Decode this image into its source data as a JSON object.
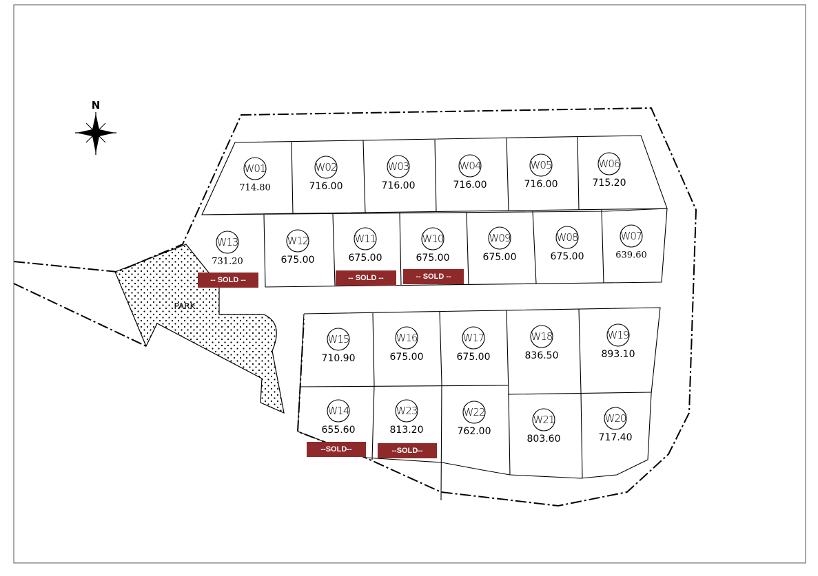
{
  "map": {
    "north_label": "N",
    "park_label": "PARK",
    "sold_color": "#8f2a2a"
  },
  "plots": [
    {
      "id": "W01",
      "area": "714.80",
      "sold": false,
      "sold_label": ""
    },
    {
      "id": "W02",
      "area": "716.00",
      "sold": false,
      "sold_label": ""
    },
    {
      "id": "W03",
      "area": "716.00",
      "sold": false,
      "sold_label": ""
    },
    {
      "id": "W04",
      "area": "716.00",
      "sold": false,
      "sold_label": ""
    },
    {
      "id": "W05",
      "area": "716.00",
      "sold": false,
      "sold_label": ""
    },
    {
      "id": "W06",
      "area": "715.20",
      "sold": false,
      "sold_label": ""
    },
    {
      "id": "W07",
      "area": "639.60",
      "sold": false,
      "sold_label": ""
    },
    {
      "id": "W08",
      "area": "675.00",
      "sold": false,
      "sold_label": ""
    },
    {
      "id": "W09",
      "area": "675.00",
      "sold": false,
      "sold_label": ""
    },
    {
      "id": "W10",
      "area": "675.00",
      "sold": true,
      "sold_label": "-- SOLD --"
    },
    {
      "id": "W11",
      "area": "675.00",
      "sold": true,
      "sold_label": "-- SOLD --"
    },
    {
      "id": "W12",
      "area": "675.00",
      "sold": false,
      "sold_label": ""
    },
    {
      "id": "W13",
      "area": "731.20",
      "sold": true,
      "sold_label": "-- SOLD --"
    },
    {
      "id": "W14",
      "area": "655.60",
      "sold": true,
      "sold_label": "--SOLD--"
    },
    {
      "id": "W15",
      "area": "710.90",
      "sold": false,
      "sold_label": ""
    },
    {
      "id": "W16",
      "area": "675.00",
      "sold": false,
      "sold_label": ""
    },
    {
      "id": "W17",
      "area": "675.00",
      "sold": false,
      "sold_label": ""
    },
    {
      "id": "W18",
      "area": "836.50",
      "sold": false,
      "sold_label": ""
    },
    {
      "id": "W19",
      "area": "893.10",
      "sold": false,
      "sold_label": ""
    },
    {
      "id": "W20",
      "area": "717.40",
      "sold": false,
      "sold_label": ""
    },
    {
      "id": "W21",
      "area": "803.60",
      "sold": false,
      "sold_label": ""
    },
    {
      "id": "W22",
      "area": "762.00",
      "sold": false,
      "sold_label": ""
    },
    {
      "id": "W23",
      "area": "813.20",
      "sold": true,
      "sold_label": "--SOLD--"
    }
  ]
}
